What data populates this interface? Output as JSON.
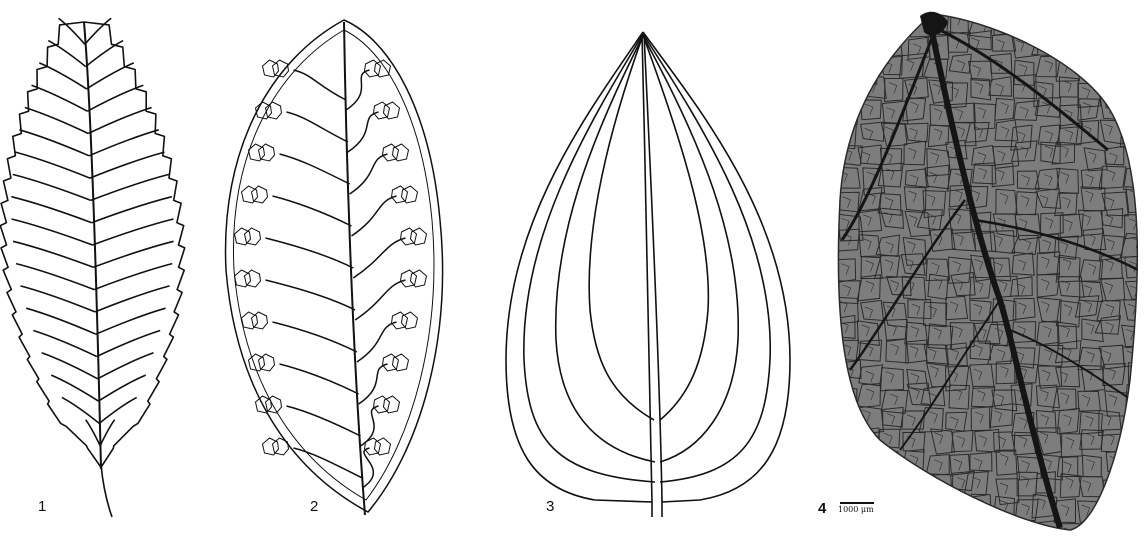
{
  "panels": [
    {
      "label": "1",
      "venation": "craspedodromous"
    },
    {
      "label": "2",
      "venation": "brochidodromous"
    },
    {
      "label": "3",
      "venation": "acrodromous"
    },
    {
      "label": "4",
      "venation": "reticulate-micrograph"
    }
  ],
  "scale_bar": {
    "text": "1000 μm"
  },
  "colors": {
    "line": "#111111",
    "micrograph_fill": "#7d7d7d",
    "vein_dark": "#1a1a1a"
  }
}
